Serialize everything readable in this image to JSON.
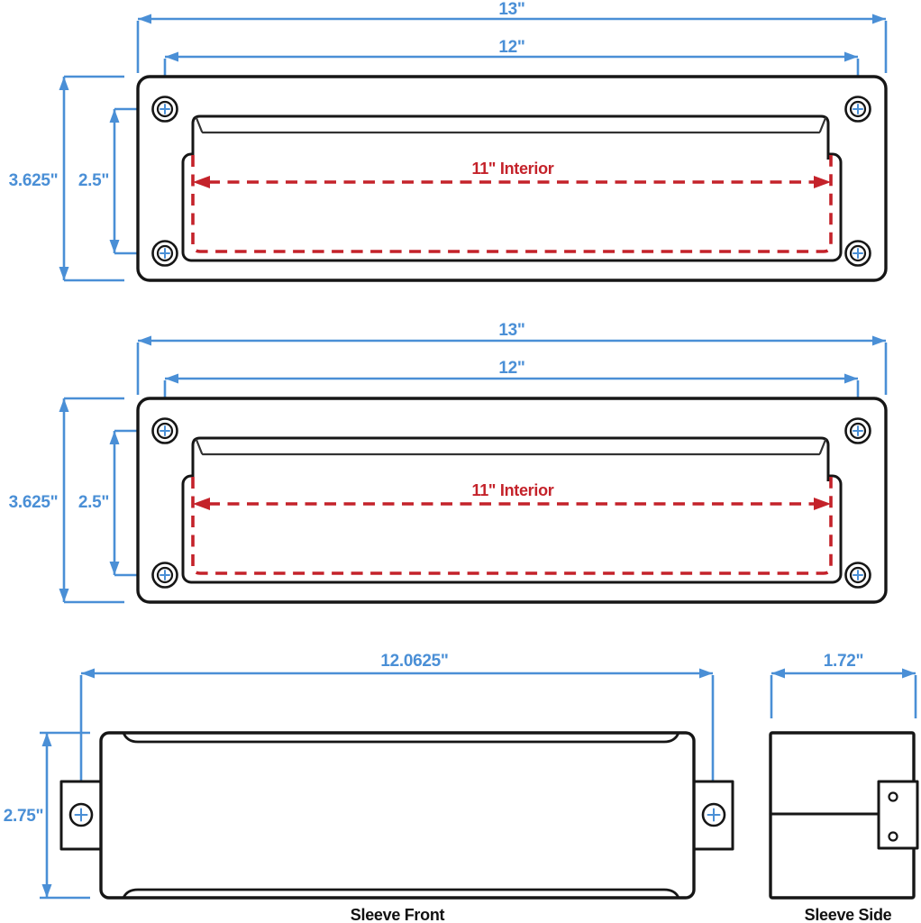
{
  "colors": {
    "dimension": "#4a8fd6",
    "interior": "#c4222a",
    "outline": "#161616"
  },
  "faceplate_top": {
    "overall_width": "13\"",
    "screw_spacing_width": "12\"",
    "overall_height": "3.625\"",
    "screw_spacing_height": "2.5\"",
    "interior_width": "11\" Interior"
  },
  "faceplate_bottom": {
    "overall_width": "13\"",
    "screw_spacing_width": "12\"",
    "overall_height": "3.625\"",
    "screw_spacing_height": "2.5\"",
    "interior_width": "11\" Interior"
  },
  "sleeve_front": {
    "width": "12.0625\"",
    "height": "2.75\"",
    "caption": "Sleeve Front"
  },
  "sleeve_side": {
    "depth": "1.72\"",
    "caption": "Sleeve Side"
  }
}
